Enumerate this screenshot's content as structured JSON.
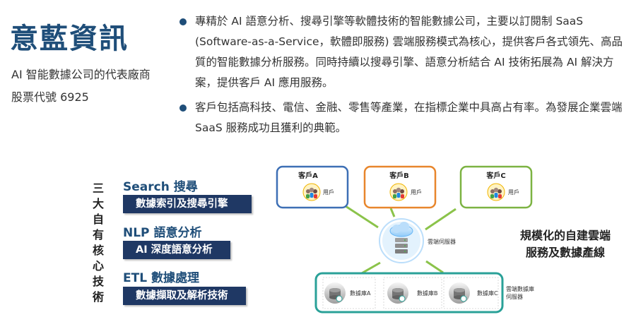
{
  "header": {
    "company_name": "意藍資訊",
    "tagline": "AI 智能數據公司的代表廠商",
    "stock_code": "股票代號 6925"
  },
  "description": {
    "bullets": [
      "專精於 AI 語意分析、搜尋引擎等軟體技術的智能數據公司，主要以訂閱制 SaaS (Software-as-a-Service，軟體即服務) 雲端服務模式為核心，提供客戶各式領先、高品質的智能數據分析服務。同時持續以搜尋引擎、語意分析結合 AI 技術拓展為 AI 解決方案，提供客戶 AI 應用服務。",
      "客戶包括高科技、電信、金融、零售等產業，在指標企業中具高占有率。為發展企業雲端 SaaS 服務成功且獲利的典範。"
    ],
    "bullet_color": "#1f4e79"
  },
  "core_tech": {
    "vertical_title": "三大自有核心技術",
    "items": [
      {
        "heading": "Search 搜尋",
        "box": "數據索引及搜尋引擎"
      },
      {
        "heading": "NLP 語意分析",
        "box": "AI 深度語意分析"
      },
      {
        "heading": "ETL 數據處理",
        "box": "數據擷取及解析技術"
      }
    ],
    "heading_color": "#1f4e79",
    "box_color": "#1f3864"
  },
  "diagram": {
    "clients": [
      {
        "name": "客戶A",
        "user_label": "用戶",
        "color": "#3d6fb5"
      },
      {
        "name": "客戶B",
        "user_label": "用戶",
        "color": "#e8862c"
      },
      {
        "name": "客戶C",
        "user_label": "用戶",
        "color": "#7cb342"
      }
    ],
    "server_label": "雲端伺服器",
    "databases": [
      {
        "label": "數據庫A"
      },
      {
        "label": "數據庫B"
      },
      {
        "label": "數據庫C"
      }
    ],
    "db_cluster_label_line1": "雲端數據庫",
    "db_cluster_label_line2": "伺服器",
    "db_cluster_color": "#2aa198",
    "connector_color": "#8bc34a",
    "right_label_line1": "規模化的自建雲端",
    "right_label_line2": "服務及數據產線"
  }
}
